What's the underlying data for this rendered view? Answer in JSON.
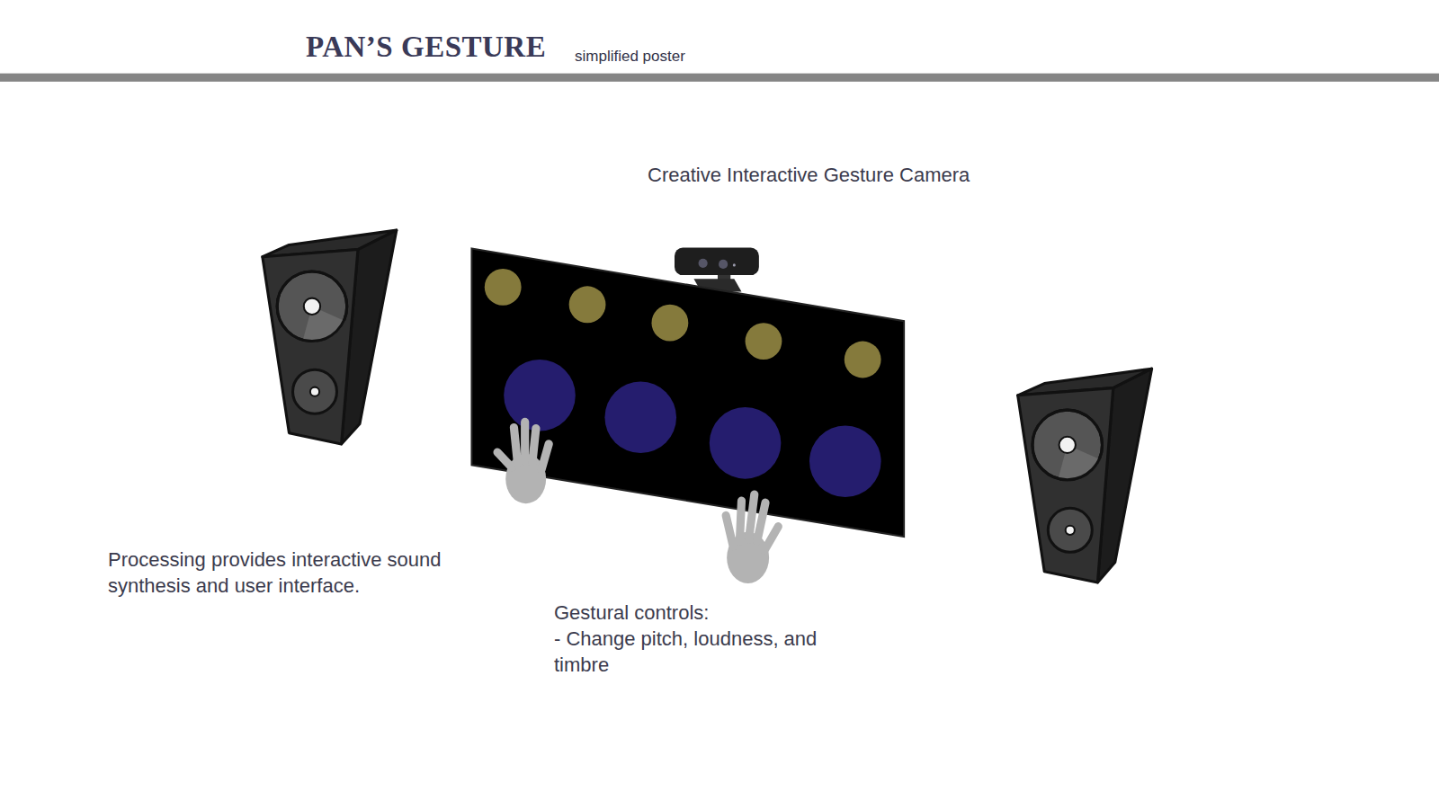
{
  "diagram": {
    "title": "PAN’S GESTURE",
    "labels": [
      "simplified poster",
      "Creative Interactive Gesture Camera",
      "Processing provides interactive sound synthesis and user interface.",
      "Gestural controls:",
      "- Change pitch, loudness, and timbre"
    ]
  }
}
